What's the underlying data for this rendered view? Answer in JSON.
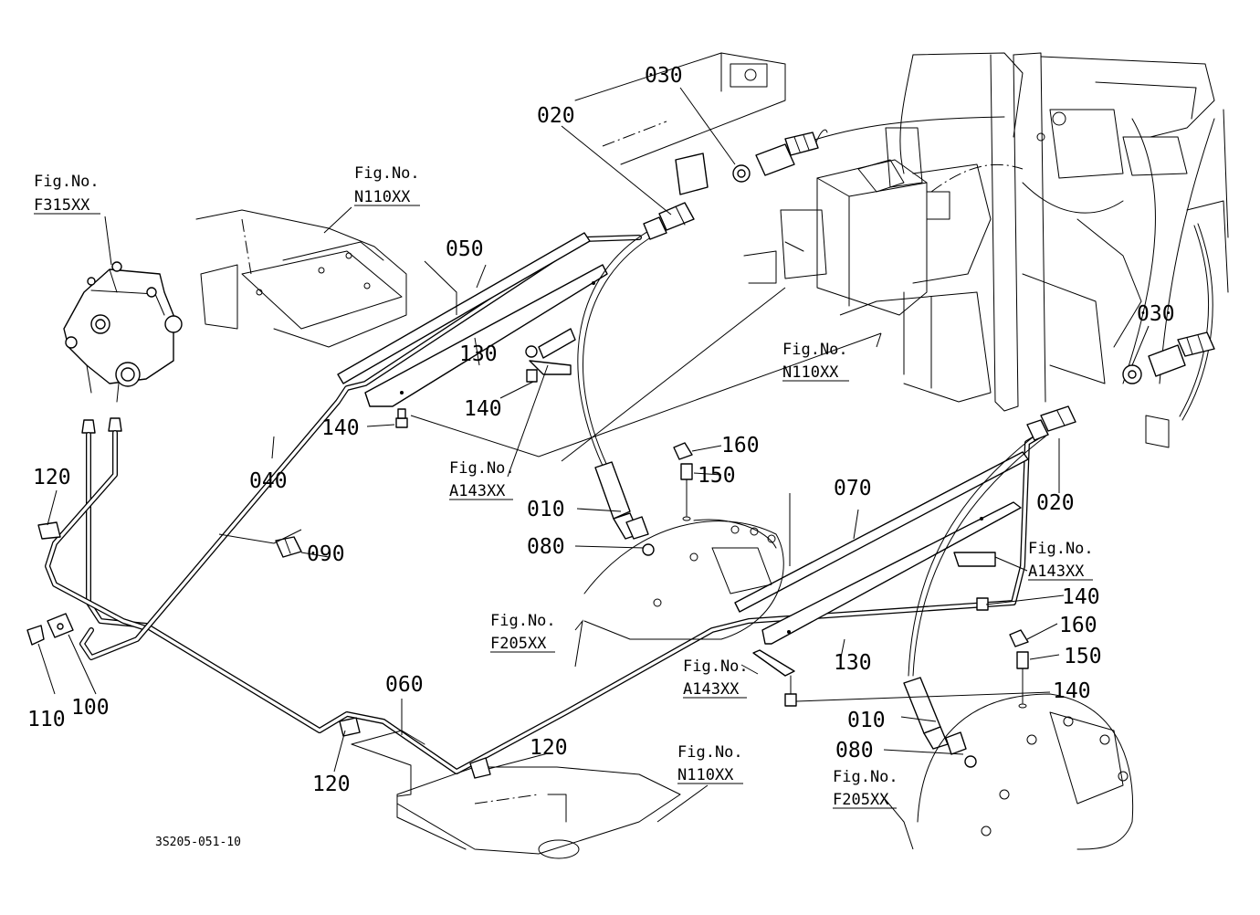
{
  "part_labels": [
    "010",
    "020",
    "030",
    "040",
    "050",
    "060",
    "070",
    "080",
    "090",
    "100",
    "110",
    "120",
    "130",
    "140",
    "150",
    "160"
  ],
  "figure_references": {
    "fig_no_prefix": "Fig.No.",
    "f315": "F315XX",
    "n110": "N110XX",
    "a143": "A143XX",
    "f205": "F205XX"
  },
  "drawing_code": "3S205-051-10",
  "colors": {
    "ink": "#000000",
    "paper": "#ffffff"
  }
}
